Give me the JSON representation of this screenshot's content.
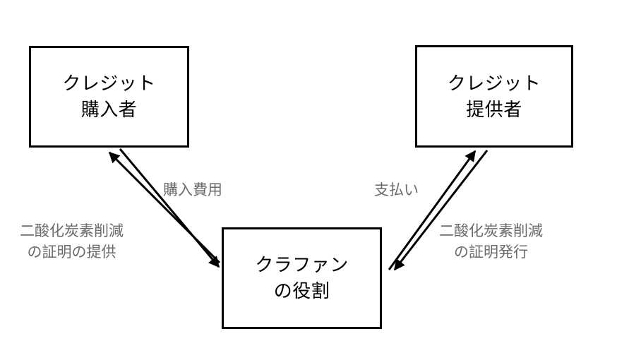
{
  "diagram": {
    "background_color": "#ffffff",
    "box_border_color": "#000000",
    "node_text_color": "#000000",
    "label_text_color": "#6b6b6b",
    "arrow_color": "#000000",
    "nodes": [
      {
        "id": "credit-buyer",
        "line1": "クレジット",
        "line2": "購入者"
      },
      {
        "id": "credit-provider",
        "line1": "クレジット",
        "line2": "提供者"
      },
      {
        "id": "crowdfunding",
        "line1": "クラファン",
        "line2": "の役割"
      }
    ],
    "edge_labels": [
      {
        "id": "purchase-cost",
        "line1": "購入費用",
        "line2": ""
      },
      {
        "id": "payment",
        "line1": "支払い",
        "line2": ""
      },
      {
        "id": "co2-proof-provide",
        "line1": "二酸化炭素削減",
        "line2": "の証明の提供"
      },
      {
        "id": "co2-proof-issue",
        "line1": "二酸化炭素削減",
        "line2": "の証明発行"
      }
    ],
    "arrows": [
      {
        "id": "crowdfunding-to-buyer",
        "from": "crowdfunding",
        "to": "credit-buyer",
        "direction": "up-left"
      },
      {
        "id": "buyer-to-crowdfunding",
        "from": "credit-buyer",
        "to": "crowdfunding",
        "direction": "down-right"
      },
      {
        "id": "crowdfunding-to-provider",
        "from": "crowdfunding",
        "to": "credit-provider",
        "direction": "up-right"
      },
      {
        "id": "provider-to-crowdfunding",
        "from": "credit-provider",
        "to": "crowdfunding",
        "direction": "down-left"
      }
    ]
  }
}
